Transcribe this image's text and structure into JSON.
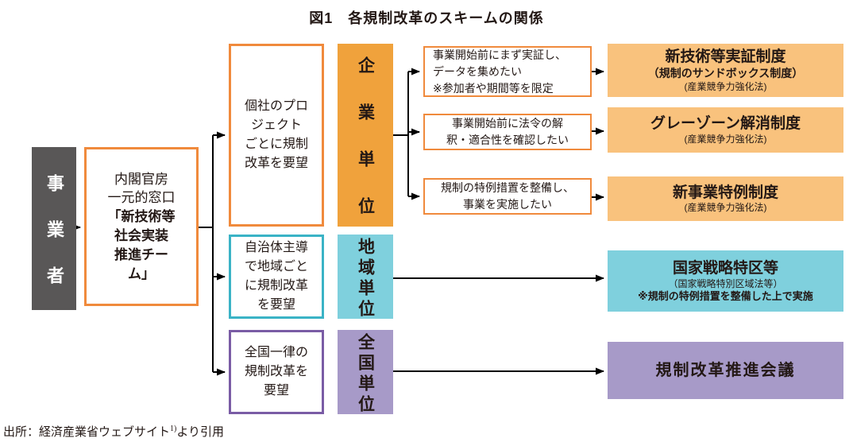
{
  "title": "図1　各規制改革のスキームの関係",
  "actor": "事業者",
  "hub": {
    "plain": "内閣官房\n一元的窓口",
    "bold": "「新技術等\n社会実装\n推進チー\nム」"
  },
  "company": {
    "request": "個社のプロ\nジェクト\nごとに規制\n改革を要望",
    "unit": "企業単位",
    "cases": [
      "事業開始前にまず実証し、\nデータを集めたい\n※参加者や期間等を限定",
      "事業開始前に法令の解\n釈・適合性を確認したい",
      "規制の特例措置を整備し、\n事業を実施したい"
    ],
    "schemes": [
      {
        "title": "新技術等実証制度",
        "subtitle": "（規制のサンドボックス制度）",
        "law": "(産業競争力強化法)"
      },
      {
        "title": "グレーゾーン解消制度",
        "law": "(産業競争力強化法)"
      },
      {
        "title": "新事業特例制度",
        "law": "(産業競争力強化法)"
      }
    ]
  },
  "region": {
    "request": "自治体主導\nで地域ごと\nに規制改革\nを要望",
    "unit": "地域単位",
    "scheme": {
      "title": "国家戦略特区等",
      "subtitle": "（国家戦略特別区域法等）",
      "note": "※規制の特例措置を整備した上で実施"
    }
  },
  "national": {
    "request": "全国一律の\n規制改革を\n要望",
    "unit": "全国単位",
    "scheme": {
      "title": "規制改革推進会議"
    }
  },
  "source": {
    "prefix": "出所：経済産業省ウェブサイト",
    "note_ref": "1)",
    "suffix": "より引用"
  },
  "colors": {
    "orange_border": "#f08a3c",
    "orange_unit_fill": "#f0a23c",
    "orange_scheme_fill": "#f9c27d",
    "teal_border": "#3ab3c6",
    "teal_fill": "#7fd0dd",
    "purple_border": "#7a5ca5",
    "purple_fill": "#a79ac8",
    "actor_gray": "#595757",
    "text": "#231815",
    "arrow": "#000000"
  }
}
